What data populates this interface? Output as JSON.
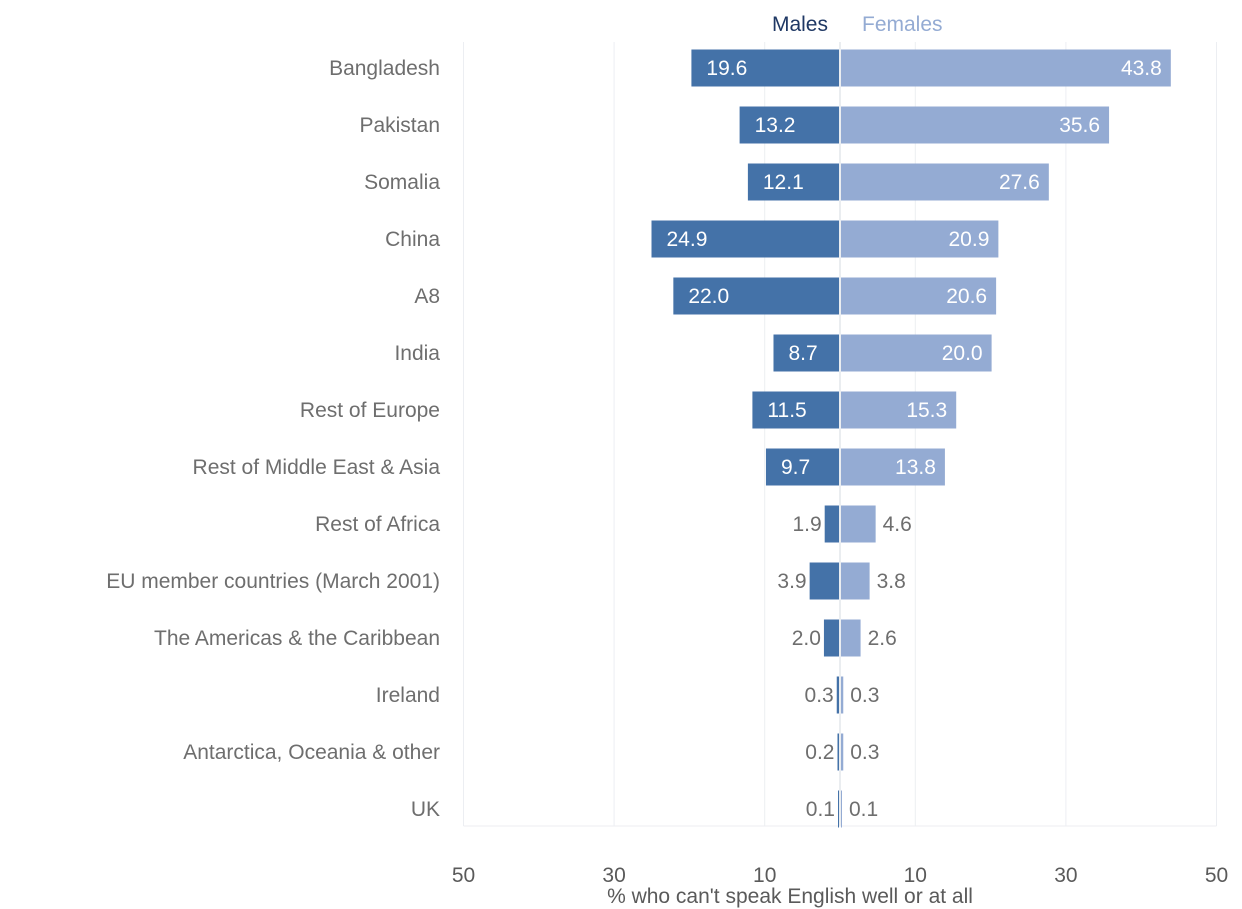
{
  "chart_data": {
    "type": "bar",
    "orientation": "horizontal-butterfly",
    "title": "",
    "xlabel": "% who can't speak English well or at all",
    "ylabel": "",
    "xlim": [
      -50,
      50
    ],
    "xticks": [
      {
        "value": -50,
        "label": "50"
      },
      {
        "value": -30,
        "label": "30"
      },
      {
        "value": -10,
        "label": "10"
      },
      {
        "value": 10,
        "label": "10"
      },
      {
        "value": 30,
        "label": "30"
      },
      {
        "value": 50,
        "label": "50"
      }
    ],
    "grid": "vertical",
    "legend": "top-center",
    "categories": [
      "Bangladesh",
      "Pakistan",
      "Somalia",
      "China",
      "A8",
      "India",
      "Rest of Europe",
      "Rest of Middle East & Asia",
      "Rest of Africa",
      "EU member countries  (March 2001)",
      "The Americas & the Caribbean",
      "Ireland",
      "Antarctica, Oceania & other",
      "UK"
    ],
    "series": [
      {
        "name": "Males",
        "side": "left",
        "color": "#4472a8",
        "legend_color": "#1f3864",
        "values": [
          19.6,
          13.2,
          12.1,
          24.9,
          22.0,
          8.7,
          11.5,
          9.7,
          1.9,
          3.9,
          2.0,
          0.3,
          0.2,
          0.1
        ],
        "labels": [
          "19.6",
          "13.2",
          "12.1",
          "24.9",
          "22.0",
          "8.7",
          "11.5",
          "9.7",
          "1.9",
          "3.9",
          "2.0",
          "0.3",
          "0.2",
          "0.1"
        ]
      },
      {
        "name": "Females",
        "side": "right",
        "color": "#94abd3",
        "legend_color": "#94abd3",
        "values": [
          43.8,
          35.6,
          27.6,
          20.9,
          20.6,
          20.0,
          15.3,
          13.8,
          4.6,
          3.8,
          2.6,
          0.3,
          0.3,
          0.1
        ],
        "labels": [
          "43.8",
          "35.6",
          "27.6",
          "20.9",
          "20.6",
          "20.0",
          "15.3",
          "13.8",
          "4.6",
          "3.8",
          "2.6",
          "0.3",
          "0.3",
          "0.1"
        ]
      }
    ]
  }
}
